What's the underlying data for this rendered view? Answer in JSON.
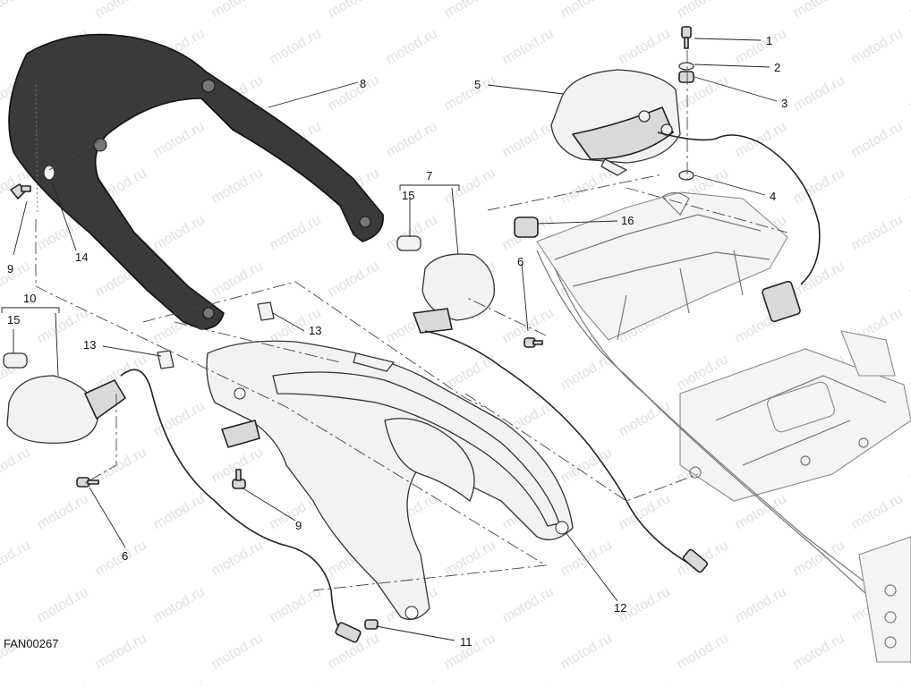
{
  "diagram": {
    "code": "FAN00267",
    "watermark": "motod.ru",
    "callouts": [
      {
        "id": "c1",
        "label": "1"
      },
      {
        "id": "c2",
        "label": "2"
      },
      {
        "id": "c3",
        "label": "3"
      },
      {
        "id": "c4",
        "label": "4"
      },
      {
        "id": "c5",
        "label": "5"
      },
      {
        "id": "c6a",
        "label": "6"
      },
      {
        "id": "c6b",
        "label": "6"
      },
      {
        "id": "c7",
        "label": "7"
      },
      {
        "id": "c8",
        "label": "8"
      },
      {
        "id": "c9a",
        "label": "9"
      },
      {
        "id": "c9b",
        "label": "9"
      },
      {
        "id": "c10",
        "label": "10"
      },
      {
        "id": "c11",
        "label": "11"
      },
      {
        "id": "c12",
        "label": "12"
      },
      {
        "id": "c13a",
        "label": "13"
      },
      {
        "id": "c13b",
        "label": "13"
      },
      {
        "id": "c14",
        "label": "14"
      },
      {
        "id": "c15a",
        "label": "15"
      },
      {
        "id": "c15b",
        "label": "15"
      },
      {
        "id": "c16",
        "label": "16"
      }
    ]
  }
}
